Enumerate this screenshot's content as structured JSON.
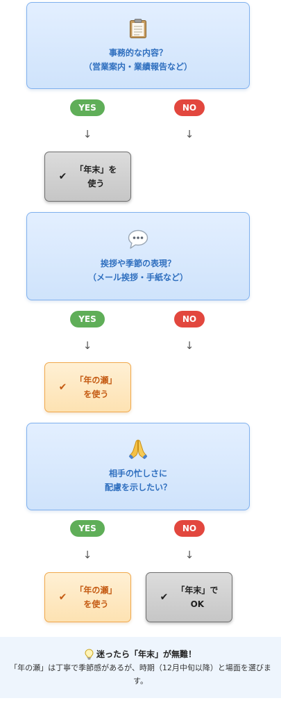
{
  "questions": [
    {
      "line1": "事務的な内容？",
      "line2": "（営業案内・業績報告など）",
      "icon": "clipboard-icon"
    },
    {
      "line1": "挨拶や季節の表現？",
      "line2": "（メール挨拶・手紙など）",
      "icon": "speech-bubble-icon"
    },
    {
      "line1": "相手の忙しさに",
      "line2": "配慮を示したい？",
      "icon": "folded-hands-icon"
    }
  ],
  "branches": {
    "yes": "YES",
    "no": "NO",
    "arrow": "↓"
  },
  "answers": {
    "q1_yes": {
      "line1": "「年末」を",
      "line2": "使う"
    },
    "q2_yes": {
      "line1": "「年の瀬」",
      "line2": "を使う"
    },
    "q3_yes": {
      "line1": "「年の瀬」",
      "line2": "を使う"
    },
    "q3_no": {
      "line1": "「年末」で",
      "line2": "OK"
    }
  },
  "check_mark": "✔",
  "note": {
    "title": "迷ったら「年末」が無難！",
    "body": "「年の瀬」は丁寧で季節感があるが、時期（12月中旬以降）と場面を選びます。",
    "icon": "lightbulb-icon"
  },
  "colors": {
    "question_text": "#2f6fbf",
    "yes": "#5fae58",
    "no": "#e2473e",
    "orange_text": "#c45a12"
  }
}
